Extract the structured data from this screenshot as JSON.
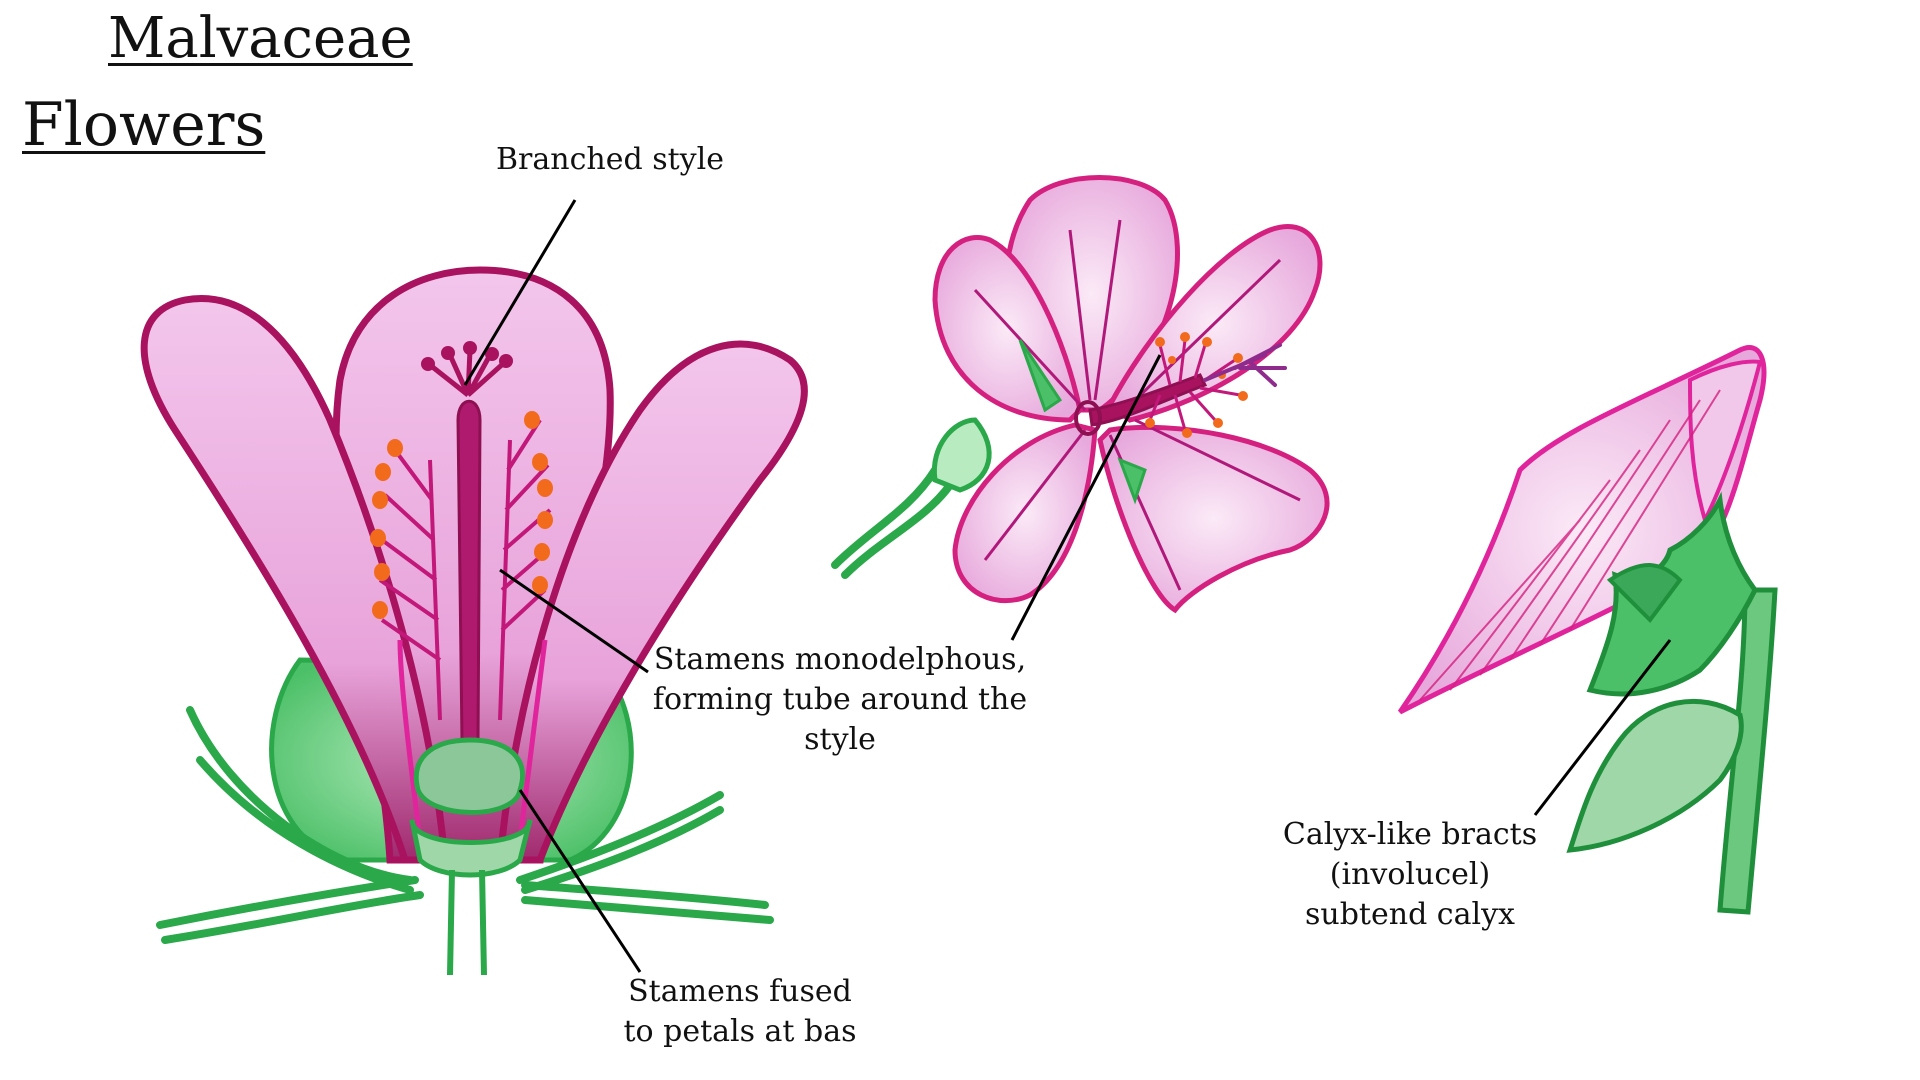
{
  "title": {
    "family": "Malvaceae",
    "subtitle": "Flowers"
  },
  "labels": {
    "branched_style": [
      "Branched style"
    ],
    "stamens_tube": [
      "Stamens monodelphous,",
      "forming tube around the",
      "style"
    ],
    "stamens_fused": [
      "Stamens fused",
      "to petals at bas"
    ],
    "calyx_bracts": [
      "Calyx-like bracts",
      "(involucel)",
      "subtend calyx"
    ]
  },
  "colors": {
    "petal_fill": "#f1c8ea",
    "petal_outline": "#a8125f",
    "petal_outline_bright": "#e0249c",
    "sepal_green": "#2aa84a",
    "sepal_fill": "#7fd68f",
    "anther_orange": "#f26b1d",
    "style_purple": "#8e2b8c",
    "leader_line": "#000000"
  }
}
